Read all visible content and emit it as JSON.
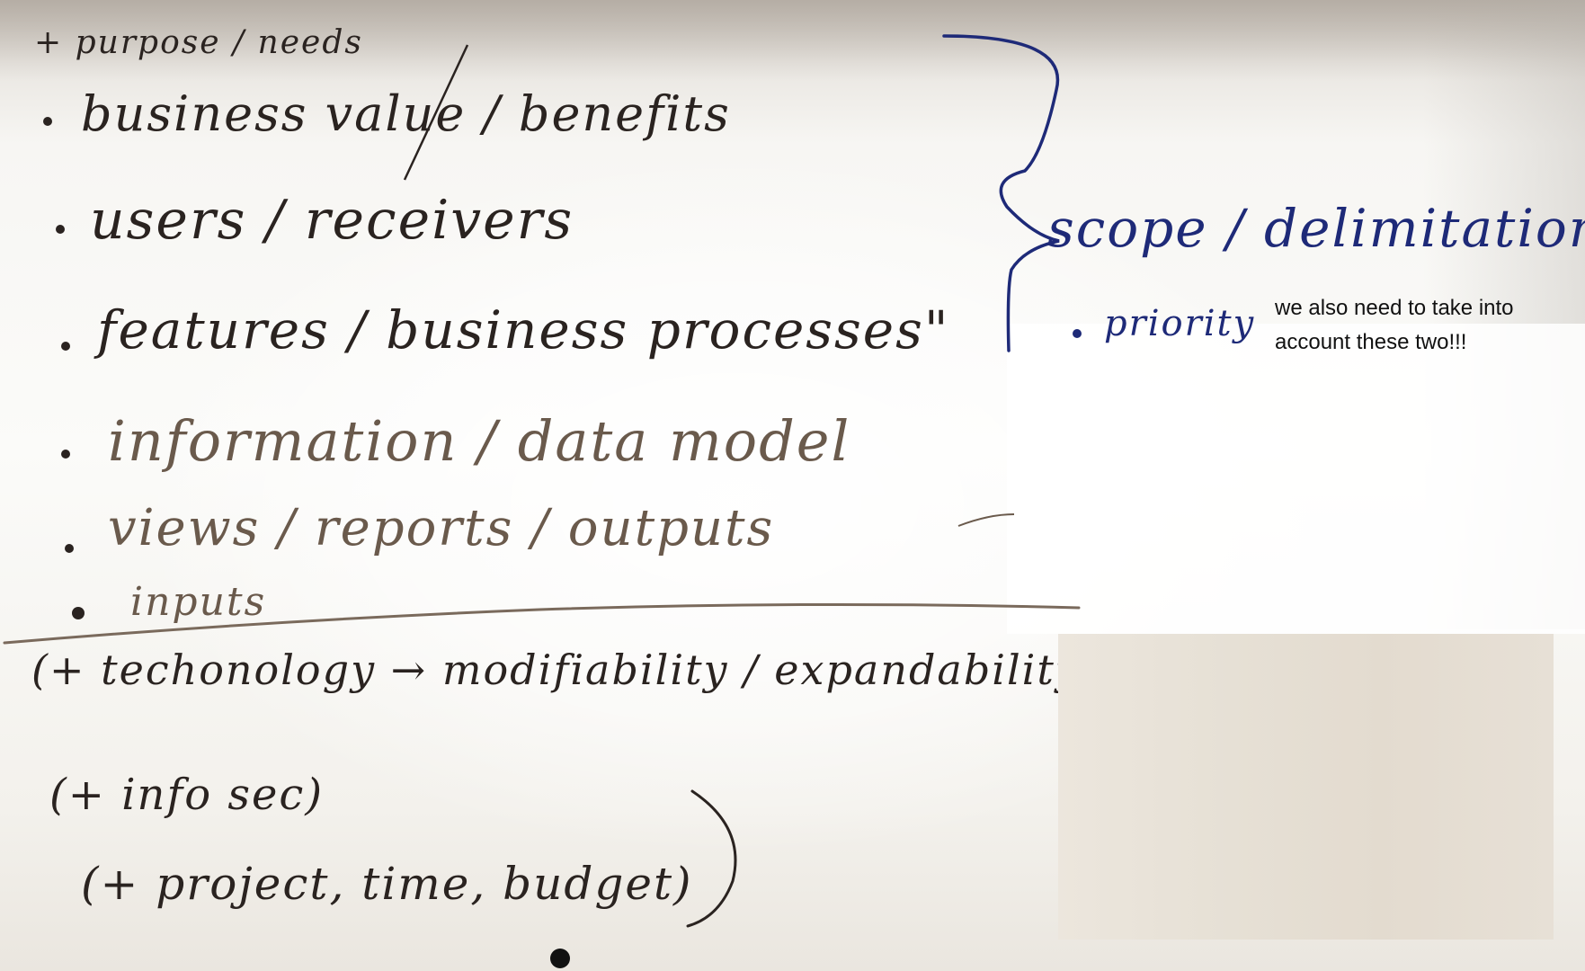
{
  "whiteboard": {
    "header": "+ purpose / needs",
    "items": [
      "business value / benefits",
      "users / receivers",
      "features / business processes\"",
      "information / data model",
      "views / reports / outputs",
      "inputs"
    ],
    "extras": [
      "(+ techonology → modifiability / expandability)",
      "(+ info sec)",
      "(+ project, time, budget)"
    ],
    "scope": {
      "label": "scope / delimitation",
      "sub": "priority"
    },
    "note": "we also need to take into account these two!!!",
    "ink_colors": {
      "dark": "#2a2320",
      "faded": "#6a5a4c",
      "blue": "#1e2a78"
    }
  }
}
